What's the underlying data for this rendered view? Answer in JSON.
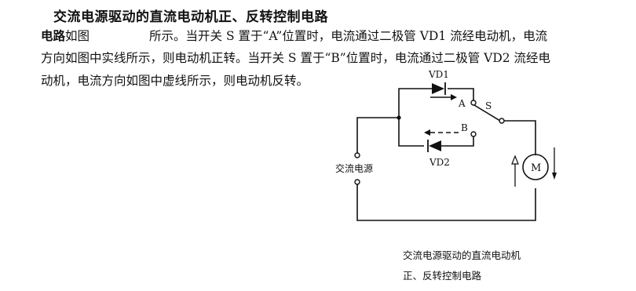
{
  "document": {
    "title": "交流电源驱动的直流电动机正、反转控制电路",
    "paragraph": {
      "line1_bold": "电路",
      "line1_a": "如图",
      "line1_b": "所示。当开关 S 置于“A”位置时，电流通过二极管 VD1 流经电动机，电流",
      "line2": "方向如图中实线所示，则电动机正转。当开关 S 置于“B”位置时，电流通过二极管 VD2 流经电",
      "line3": "动机，电流方向如图中虚线所示，则电动机反转。"
    }
  },
  "diagram": {
    "labels": {
      "vd1": "VD1",
      "vd2": "VD2",
      "switch_a": "A",
      "switch_s": "S",
      "switch_b": "B",
      "ac_source": "交流电源",
      "motor": "M"
    },
    "caption_line1": "交流电源驱动的直流电动机",
    "caption_line2": "正、反转控制电路"
  }
}
